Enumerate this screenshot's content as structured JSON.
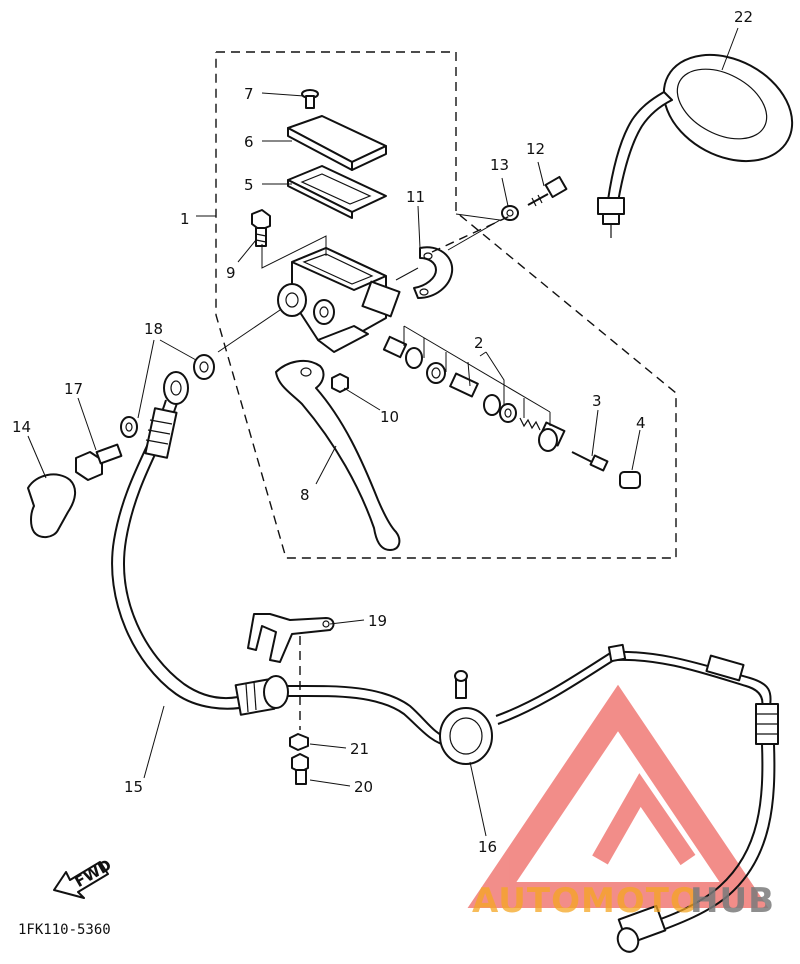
{
  "diagram": {
    "callouts": {
      "c1": "1",
      "c2": "2",
      "c3": "3",
      "c4": "4",
      "c5": "5",
      "c6": "6",
      "c7": "7",
      "c8": "8",
      "c9": "9",
      "c10": "10",
      "c11": "11",
      "c12": "12",
      "c13": "13",
      "c14": "14",
      "c15": "15",
      "c16": "16",
      "c17": "17",
      "c18": "18",
      "c19": "19",
      "c20": "20",
      "c21": "21",
      "c22": "22"
    },
    "fwd_label": "FWD",
    "drawing_code": "1FK110-5360"
  },
  "watermark": {
    "part1": "AUTOMOTO",
    "part2": "HUB",
    "colors": {
      "red": "#e8312a",
      "orange": "#f5a623",
      "gray": "#7b7b7b"
    }
  }
}
